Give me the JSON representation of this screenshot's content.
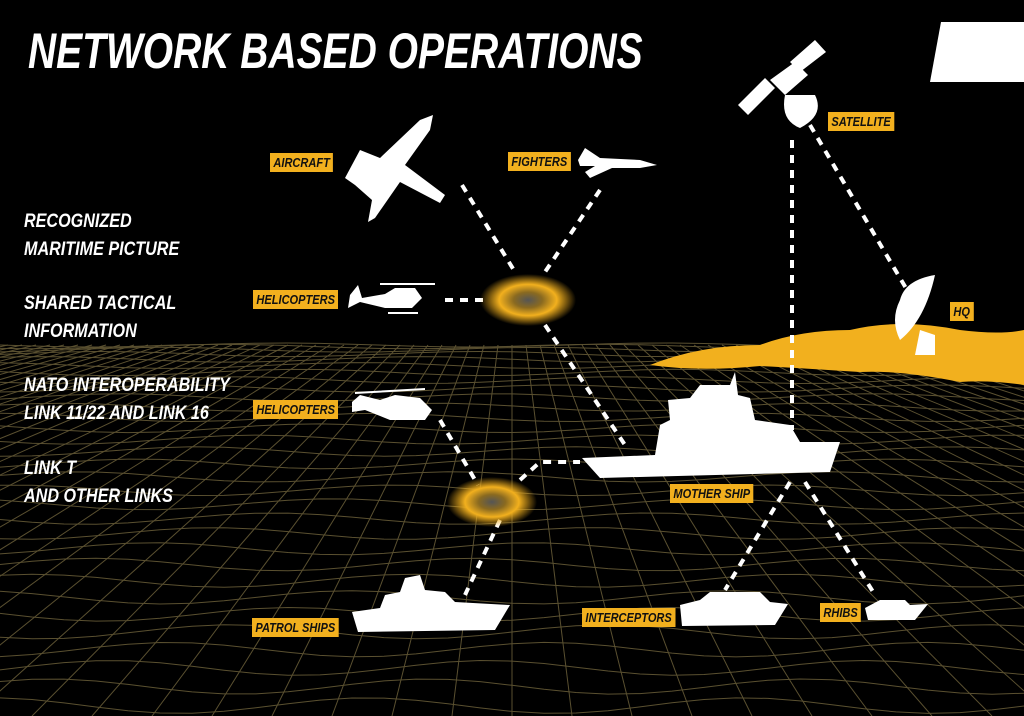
{
  "title": "NETWORK BASED OPERATIONS",
  "side_items": [
    {
      "line1": "RECOGNIZED",
      "line2": "MARITIME PICTURE"
    },
    {
      "line1": "SHARED TACTICAL",
      "line2": "INFORMATION"
    },
    {
      "line1": "NATO INTEROPERABILITY",
      "line2": "LINK 11/22 AND LINK 16"
    },
    {
      "line1": "LINK T",
      "line2": "AND OTHER LINKS"
    }
  ],
  "labels": {
    "aircraft": "AIRCRAFT",
    "fighters": "FIGHTERS",
    "satellite": "SATELLITE",
    "helicopters_top": "HELICOPTERS",
    "helicopters_bottom": "HELICOPTERS",
    "hq": "HQ",
    "mother_ship": "MOTHER SHIP",
    "patrol_ships": "PATROL SHIPS",
    "interceptors": "INTERCEPTORS",
    "rhibs": "RHIBS"
  },
  "colors": {
    "accent": "#f2b01e",
    "grid": "#5a5030",
    "background": "#000000"
  }
}
